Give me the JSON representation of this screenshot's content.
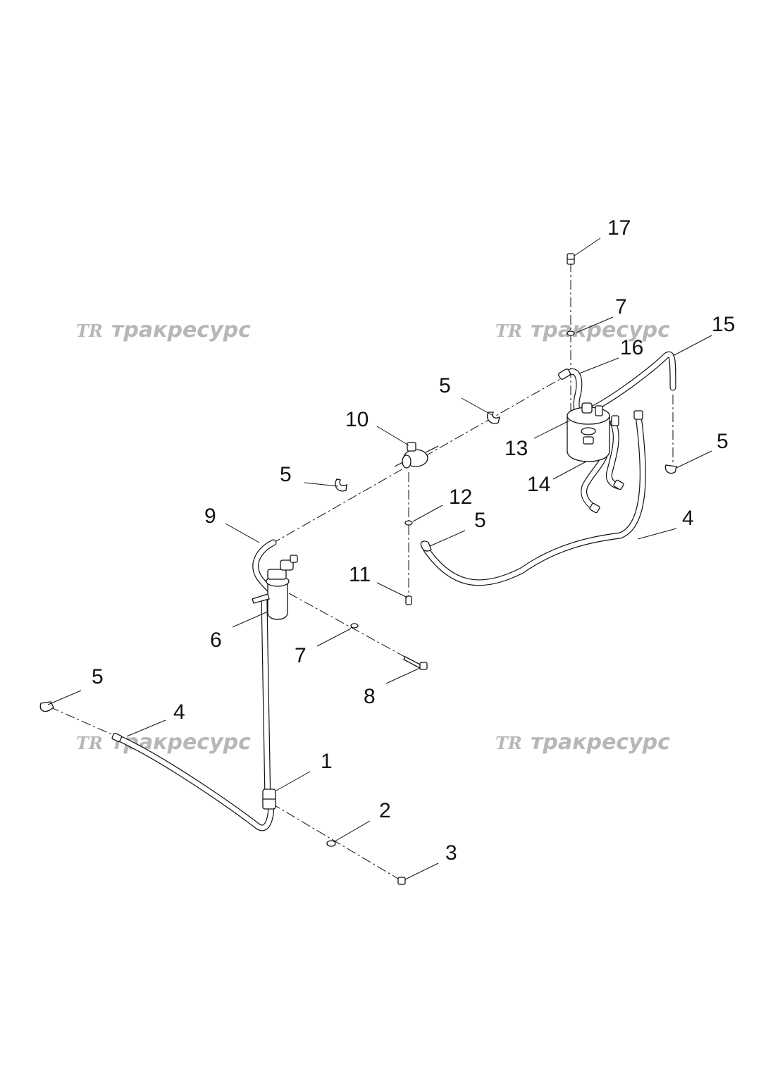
{
  "watermark": {
    "logo": "TR",
    "text": "тракресурс"
  },
  "callouts": {
    "c1": "1",
    "c2": "2",
    "c3": "3",
    "c4a": "4",
    "c4b": "4",
    "c5a": "5",
    "c5b": "5",
    "c5c": "5",
    "c5d": "5",
    "c5e": "5",
    "c6": "6",
    "c7a": "7",
    "c7b": "7",
    "c8": "8",
    "c9": "9",
    "c10": "10",
    "c11": "11",
    "c12": "12",
    "c13": "13",
    "c14": "14",
    "c15": "15",
    "c16": "16",
    "c17": "17"
  }
}
